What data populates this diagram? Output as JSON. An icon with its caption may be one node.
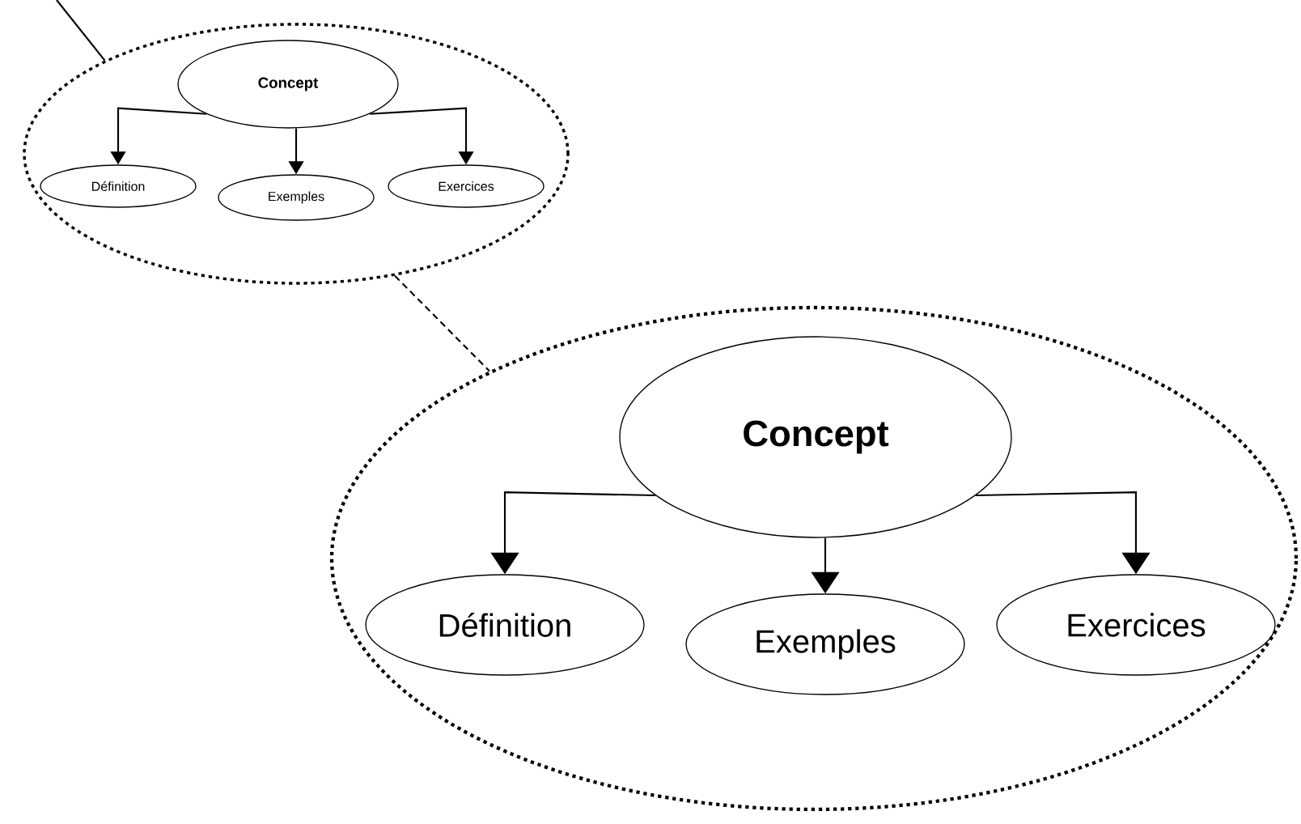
{
  "diagram": {
    "nodes": [
      {
        "text": [],
        "shape": "ellipse"
      },
      {
        "text": [
          "Concept"
        ],
        "in": 0
      },
      {
        "text": [
          "Définition"
        ],
        "in": 0
      },
      {
        "text": [
          "Exemples"
        ],
        "in": 0
      },
      {
        "text": [
          "Exercices"
        ],
        "in": 0
      },
      {
        "text": [],
        "shape": "ellipse"
      },
      {
        "text": [
          "Concept"
        ],
        "in": 5
      },
      {
        "text": [
          "Définition"
        ],
        "in": 5
      },
      {
        "text": [
          "Exemples"
        ],
        "in": 5
      },
      {
        "text": [
          "Exercices"
        ],
        "in": 5
      }
    ],
    "edges": [
      {
        "from": null,
        "to": 0,
        "arrow": "none"
      },
      {
        "from": 0,
        "to": 5,
        "arrow": "none",
        "style": "dashed"
      },
      {
        "from": 1,
        "to": 2,
        "arrow": "to"
      },
      {
        "from": 1,
        "to": 3,
        "arrow": "to"
      },
      {
        "from": 1,
        "to": 4,
        "arrow": "to"
      },
      {
        "from": 6,
        "to": 7,
        "arrow": "to"
      },
      {
        "from": 6,
        "to": 8,
        "arrow": "to"
      },
      {
        "from": 6,
        "to": 9,
        "arrow": "to"
      }
    ]
  }
}
